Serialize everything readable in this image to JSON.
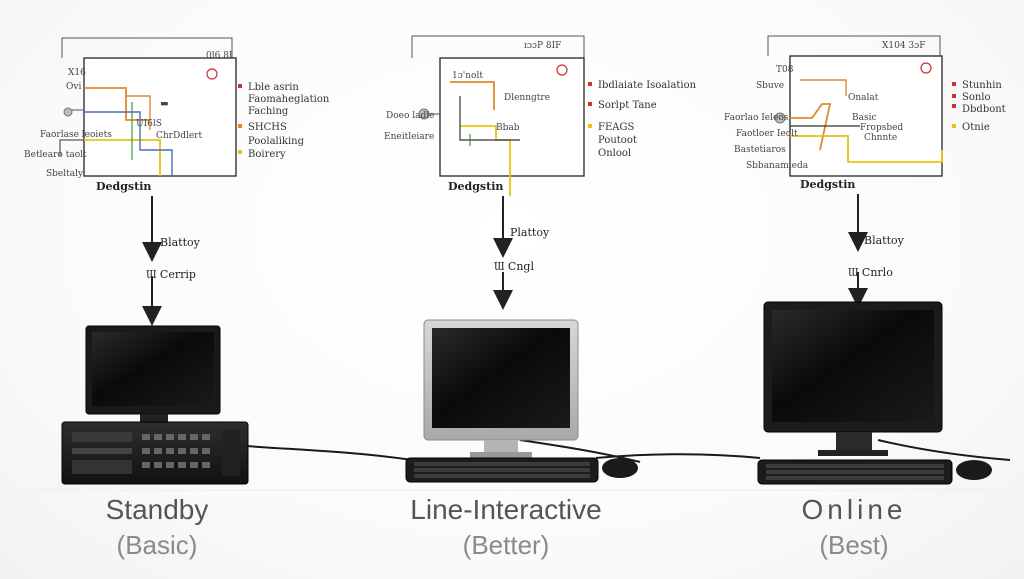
{
  "colors": {
    "wire_orange": "#e08a2a",
    "wire_yellow": "#e8c21a",
    "wire_blue": "#4a6fb5",
    "wire_green": "#3a9a3a",
    "wire_red": "#d03030",
    "frame": "#333333"
  },
  "tiers": [
    {
      "name": "Standby",
      "subtitle": "(Basic)",
      "diagram": {
        "header": "0l6 8I",
        "left_labels": [
          "X16",
          "Ovi",
          "Faorlase leoiets",
          "Betlearo taolt",
          "Sbeltaly"
        ],
        "inner_labels": [
          "UI6lS",
          "ChrDdlert"
        ],
        "right_labels": [
          "Lble asrin",
          "Faomaheglation",
          "Faching",
          "SHCHS",
          "Poolaliking",
          "Boirery"
        ],
        "footer": "Dedgstin"
      },
      "arrow_label_top": "Blattoy",
      "arrow_label_bottom": "Ɯ Cerrip"
    },
    {
      "name": "Line-Interactive",
      "subtitle": "(Better)",
      "diagram": {
        "header": "ɪɔɔP 8IF",
        "left_labels": [
          "Doeo ladle",
          "Eneitleiare"
        ],
        "inner_labels": [
          "1ɔ'nolt",
          "Dlenngtre",
          "Bbab"
        ],
        "right_labels": [
          "Ibdlaiate Isoalation",
          "Sorlpt Tane",
          "FEAGS",
          "Poutoot",
          "Onlool"
        ],
        "footer": "Dedgstin"
      },
      "arrow_label_top": "Plattoy",
      "arrow_label_bottom": "Ɯ Cngl"
    },
    {
      "name": "Online",
      "subtitle": "(Best)",
      "diagram": {
        "header": "X104 3ɔF",
        "left_labels": [
          "T08",
          "Sbuve",
          "Faorlao Ieleos",
          "Faotloer Ieolt",
          "Bastetiaros",
          "Sbbanamieda"
        ],
        "inner_labels": [
          "Onalat",
          "Basic",
          "Fropsbed",
          "Chnnte"
        ],
        "right_labels": [
          "Stunhin",
          "Sonlo",
          "Dbdbont",
          "Otnie"
        ],
        "footer": "Dedgstin"
      },
      "arrow_label_top": "Blattoy",
      "arrow_label_bottom": "Ɯ Cnrlo"
    }
  ]
}
